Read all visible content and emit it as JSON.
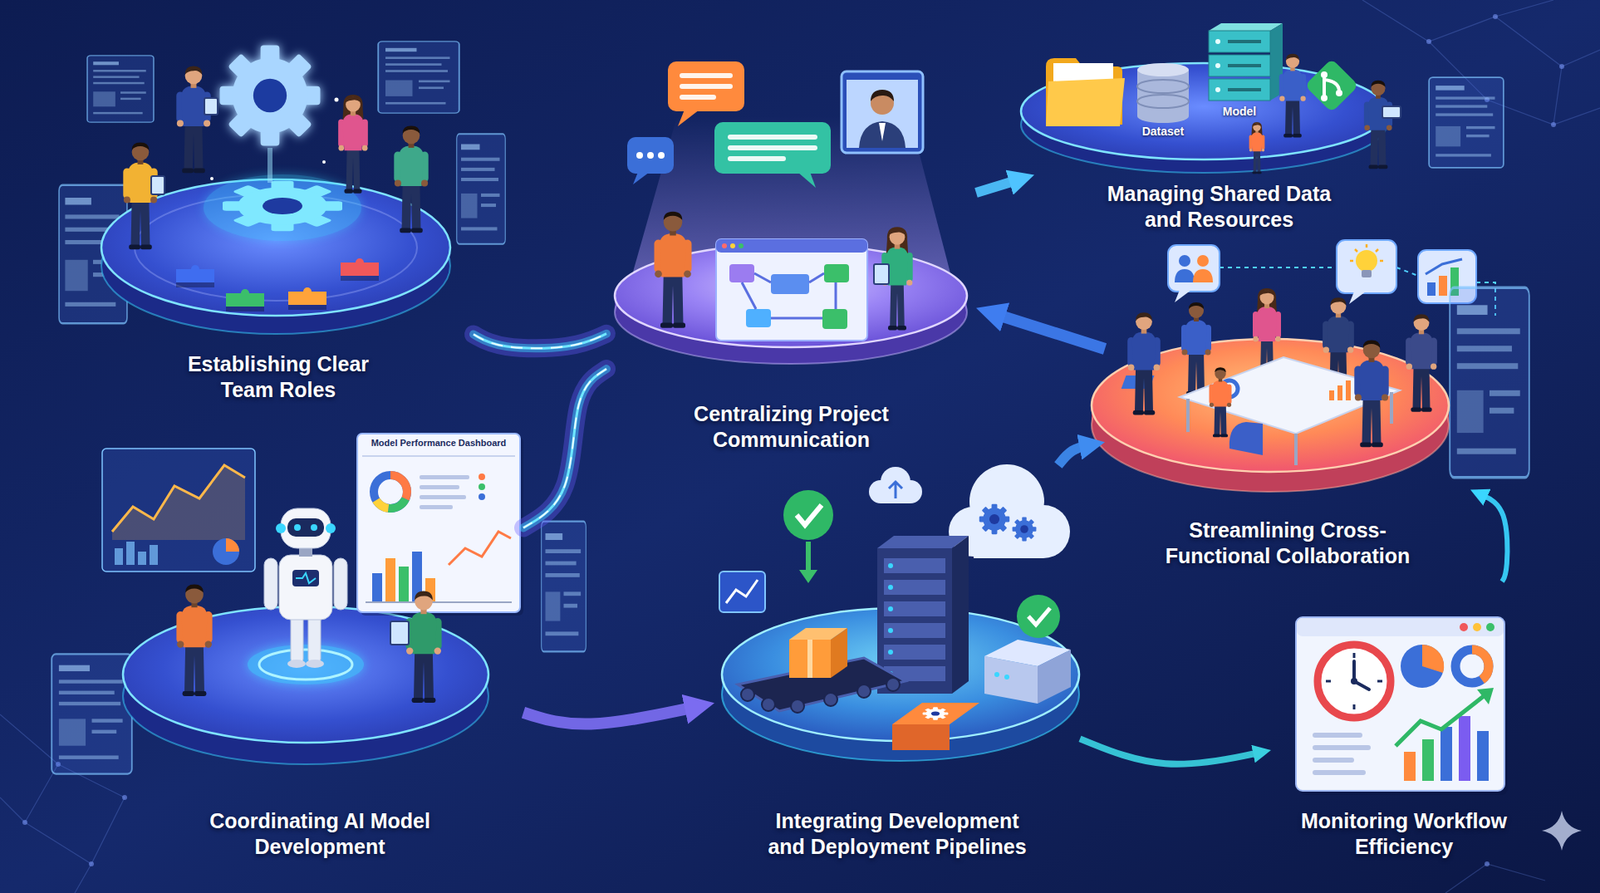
{
  "diagram": {
    "nodes": [
      {
        "text": [
          "Establishing Clear Team Roles"
        ]
      },
      {
        "text": [
          "Centralizing Project Communication"
        ]
      },
      {
        "text": [
          "Managing Shared Data and Resources"
        ]
      },
      {
        "text": [
          "Streamlining Cross-Functional Collaboration"
        ]
      },
      {
        "text": [
          "Coordinating AI Model Development"
        ]
      },
      {
        "text": [
          "Integrating Development and Deployment Pipelines"
        ]
      },
      {
        "text": [
          "Monitoring Workflow Efficiency"
        ]
      }
    ],
    "edges": [
      {
        "from": 0,
        "to": 1,
        "arrow": "none"
      },
      {
        "from": 1,
        "to": 4,
        "arrow": "none"
      },
      {
        "from": 1,
        "to": 2,
        "arrow": "to"
      },
      {
        "from": 3,
        "to": 1,
        "arrow": "to"
      },
      {
        "from": 4,
        "to": 5,
        "arrow": "to"
      },
      {
        "from": 5,
        "to": 3,
        "arrow": "to"
      },
      {
        "from": 5,
        "to": 6,
        "arrow": "to"
      },
      {
        "from": 6,
        "to": 3,
        "arrow": "to"
      }
    ],
    "labels": [
      "Dataset",
      "Model",
      "Model Performance Dashboard"
    ]
  }
}
